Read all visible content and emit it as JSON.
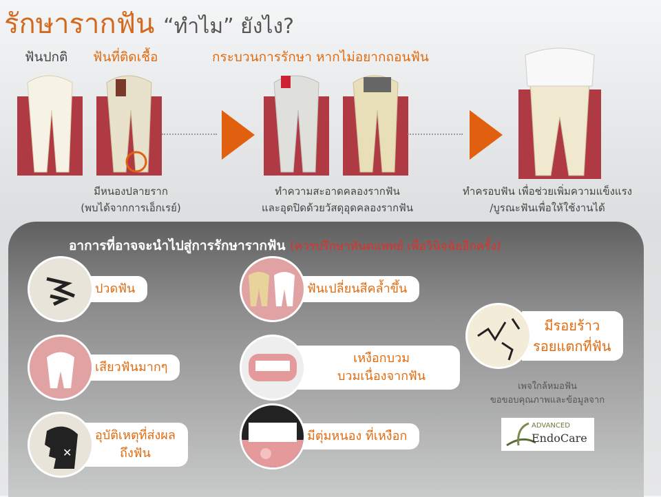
{
  "title": {
    "main": "รักษารากฟัน",
    "sub": "“ทำไม” ยังไง?"
  },
  "labels": {
    "normal": "ฟันปกติ",
    "infected": "ฟันที่ติดเชื้อ",
    "process": "กระบวนการรักษา หากไม่อยากถอนฟัน"
  },
  "captions": {
    "abscess": [
      "มีหนองปลายราก",
      "(พบได้จากการเอ็กเรย์)"
    ],
    "clean": [
      "ทำความสะอาดคลองรากฟัน",
      "และอุดปิดด้วยวัสดุอุดคลองรากฟัน"
    ],
    "crown": [
      "ทำครอบฟัน เพื่อช่วยเพิ่มความแข็งแรง",
      "/บูรณะฟันเพื่อให้ใช้งานได้"
    ]
  },
  "panel": {
    "title": "อาการที่อาจจะนำไปสู่การรักษารากฟัน",
    "note": "(ควรปรึกษาทันตแพทย์ เพื่อวินิจฉัยอีกครั้ง)"
  },
  "symptoms": [
    {
      "l1": "ปวดฟัน",
      "l2": ""
    },
    {
      "l1": "เสียวฟันมากๆ",
      "l2": ""
    },
    {
      "l1": "อุบัติเหตุที่ส่งผล",
      "l2": "ถึงฟัน"
    },
    {
      "l1": "ฟันเปลี่ยนสีคล้ำขึ้น",
      "l2": ""
    },
    {
      "l1": "เหงือกบวม",
      "l2": "บวมเนื่องจากฟัน"
    },
    {
      "l1": "มีตุ่มหนอง ที่เหงือก",
      "l2": ""
    },
    {
      "l1": "มีรอยร้าว",
      "l2": "รอยแตกที่ฟัน"
    }
  ],
  "credit": {
    "l1": "เพจใกล้หมอฟัน",
    "l2": "ขอขอบคุณภาพและข้อมูลจาก",
    "logo_top": "ADVANCED",
    "logo_bottom": "EndoCare"
  }
}
